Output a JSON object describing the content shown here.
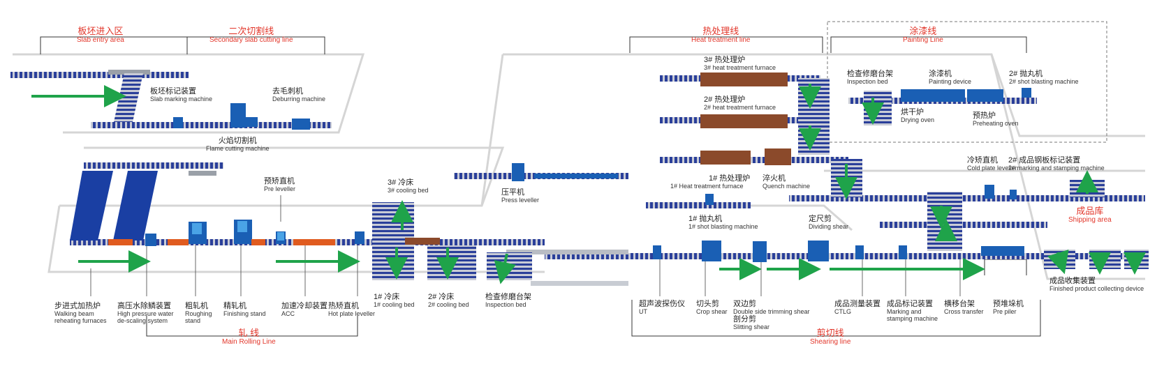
{
  "colors": {
    "roller": "#2a3f9a",
    "equipment": "#1a5fb4",
    "furnace": "#8b4a2b",
    "arrow": "#1fa34a",
    "accent_red": "#e2362a",
    "outline": "#d5d5d5"
  },
  "sections": {
    "slab_entry": {
      "zh": "板坯进入区",
      "en": "Slab entry area"
    },
    "secondary_cut": {
      "zh": "二次切割线",
      "en": "Secondary slab cutting line"
    },
    "heat_treatment": {
      "zh": "热处理线",
      "en": "Heat treatment line"
    },
    "painting": {
      "zh": "涂漆线",
      "en": "Painting Line"
    },
    "main_rolling": {
      "zh": "轧 线",
      "en": "Main Rolling Line"
    },
    "shearing": {
      "zh": "剪切线",
      "en": "Shearing line"
    },
    "shipping": {
      "zh": "成品库",
      "en": "Shipping area"
    }
  },
  "equipment": {
    "slab_marking": {
      "zh": "板坯标记装置",
      "en": "Slab marking machine"
    },
    "deburring": {
      "zh": "去毛刺机",
      "en": "Deburring machine"
    },
    "flame_cutting": {
      "zh": "火焰切割机",
      "en": "Flame cutting machine"
    },
    "walking_beam": {
      "zh": "步进式加热炉",
      "en": "Walking beam",
      "en2": "reheating furnaces"
    },
    "descaling": {
      "zh": "高压水除鳞装置",
      "en": "High pressure water",
      "en2": "de-scaling system"
    },
    "roughing": {
      "zh": "粗轧机",
      "en": "Roughing",
      "en2": "stand"
    },
    "finishing": {
      "zh": "精轧机",
      "en": "Finishing stand"
    },
    "acc": {
      "zh": "加速冷却装置",
      "en": "ACC"
    },
    "hot_leveller": {
      "zh": "热矫直机",
      "en": "Hot plate leveller"
    },
    "pre_leveller": {
      "zh": "预矫直机",
      "en": "Pre leveller"
    },
    "cooling_bed_3": {
      "zh": "3# 冷床",
      "en": "3# cooling bed"
    },
    "cooling_bed_1": {
      "zh": "1# 冷床",
      "en": "1# cooling bed"
    },
    "cooling_bed_2": {
      "zh": "2# 冷床",
      "en": "2# cooling bed"
    },
    "inspection_bed": {
      "zh": "检查修磨台架",
      "en": "Inspection bed"
    },
    "press_leveller": {
      "zh": "压平机",
      "en": "Press leveller"
    },
    "htf_3": {
      "zh": "3# 热处理炉",
      "en": "3# heat treatment furnace"
    },
    "htf_2": {
      "zh": "2# 热处理炉",
      "en": "2# heat treatment furnace"
    },
    "htf_1": {
      "zh": "1# 热处理炉",
      "en": "1# Heat treatment furnace"
    },
    "quench": {
      "zh": "淬火机",
      "en": "Quench machine"
    },
    "paint_inspection": {
      "zh": "检查修磨台架",
      "en": "Inspection bed"
    },
    "painting_device": {
      "zh": "涂漆机",
      "en": "Painting device"
    },
    "shot_blast_2": {
      "zh": "2# 抛丸机",
      "en": "2# shot blasting machine"
    },
    "drying_oven": {
      "zh": "烘干炉",
      "en": "Drying oven"
    },
    "preheating_oven": {
      "zh": "预热炉",
      "en": "Preheating oven"
    },
    "cold_leveller": {
      "zh": "冷矫直机",
      "en": "Cold plate leveller"
    },
    "marking_2": {
      "zh": "2# 成品钢板标记装置",
      "en": "2# marking and stamping machine"
    },
    "shot_blast_1": {
      "zh": "1# 抛丸机",
      "en": "1# shot blasting machine"
    },
    "dividing_shear": {
      "zh": "定尺剪",
      "en": "Dividing shear"
    },
    "ut": {
      "zh": "超声波探伤仪",
      "en": "UT"
    },
    "crop_shear": {
      "zh": "切头剪",
      "en": "Crop shear"
    },
    "double_side": {
      "zh": "双边剪",
      "en": "Double side trimming shear"
    },
    "slitting": {
      "zh": "剖分剪",
      "en": "Slitting shear"
    },
    "ctlg": {
      "zh": "成品测量装置",
      "en": "CTLG"
    },
    "marking_1": {
      "zh": "成品标记装置",
      "en": "Marking and",
      "en2": "stamping machine"
    },
    "cross_transfer": {
      "zh": "横移台架",
      "en": "Cross transfer"
    },
    "pre_piler": {
      "zh": "预堆垛机",
      "en": "Pre piler"
    },
    "collecting": {
      "zh": "成品收集装置",
      "en": "Finished product collecting device"
    }
  }
}
